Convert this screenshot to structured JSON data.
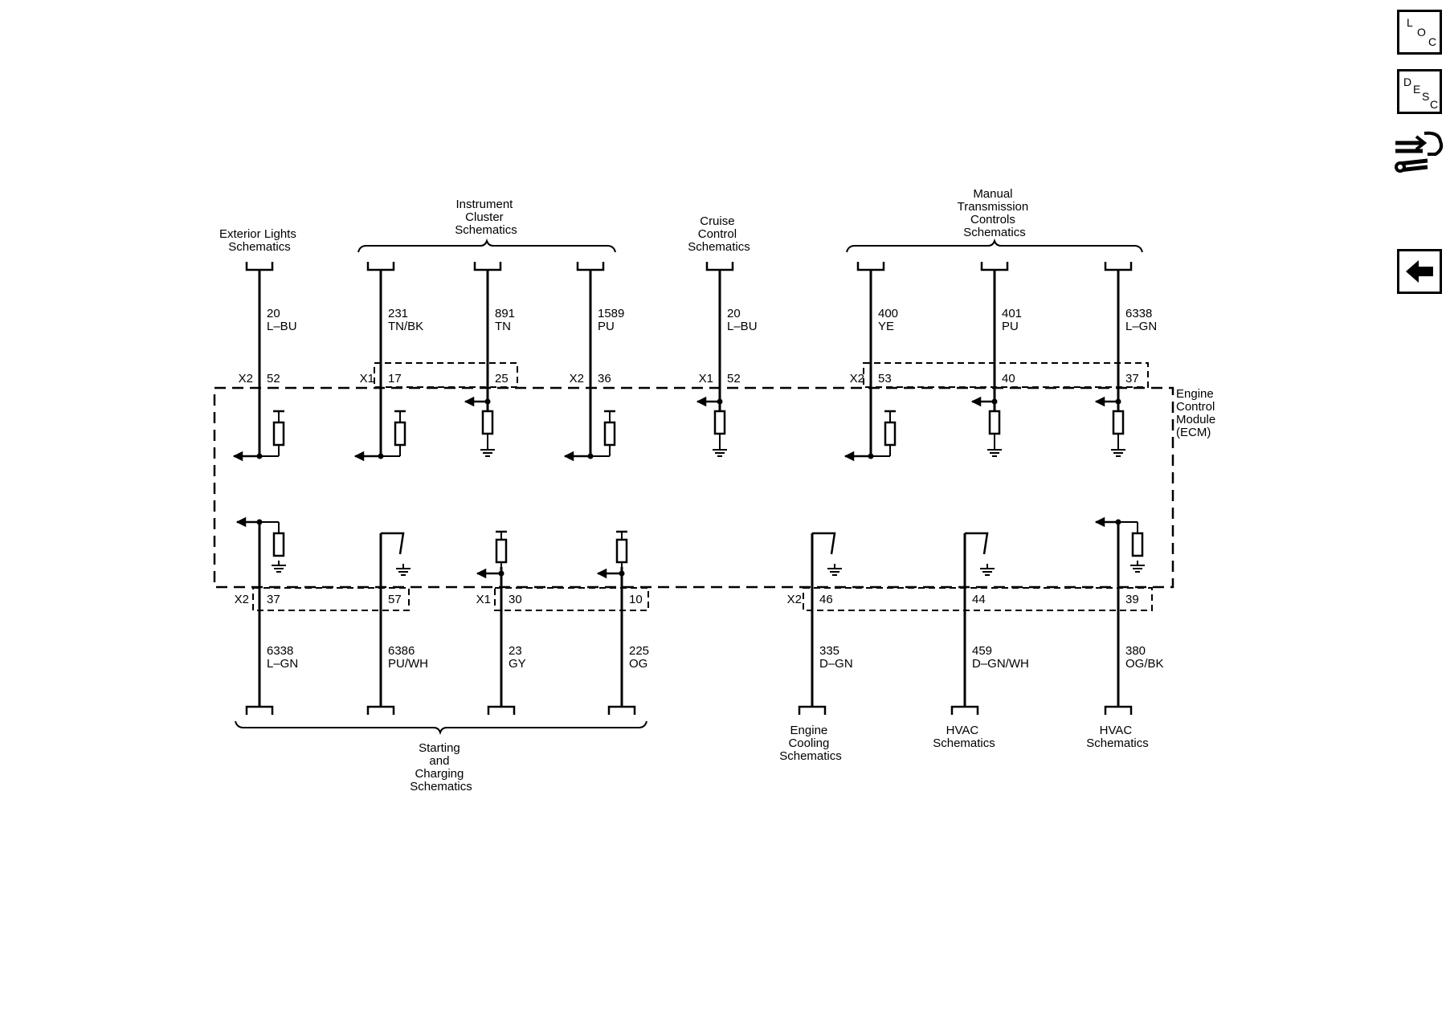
{
  "nav": {
    "loc": [
      "L",
      "O",
      "C"
    ],
    "desc": [
      "D",
      "E",
      "S",
      "C"
    ]
  },
  "module_label": [
    "Engine",
    "Control",
    "Module",
    "(ECM)"
  ],
  "destinations": {
    "exterior_lights": [
      "Exterior Lights",
      "Schematics"
    ],
    "instrument_cluster": [
      "Instrument",
      "Cluster",
      "Schematics"
    ],
    "cruise_control": [
      "Cruise",
      "Control",
      "Schematics"
    ],
    "manual_transmission": [
      "Manual",
      "Transmission",
      "Controls",
      "Schematics"
    ],
    "starting_charging": [
      "Starting",
      "and",
      "Charging",
      "Schematics"
    ],
    "engine_cooling": [
      "Engine",
      "Cooling",
      "Schematics"
    ],
    "hvac_1": [
      "HVAC",
      "Schematics"
    ],
    "hvac_2": [
      "HVAC",
      "Schematics"
    ]
  },
  "top_circuits": [
    {
      "circuit": "20",
      "color": "L–BU",
      "connector": "X2",
      "pin": "52"
    },
    {
      "circuit": "231",
      "color": "TN/BK",
      "connector": "X1",
      "pin": "17"
    },
    {
      "circuit": "891",
      "color": "TN",
      "connector": "",
      "pin": "25"
    },
    {
      "circuit": "1589",
      "color": "PU",
      "connector": "X2",
      "pin": "36"
    },
    {
      "circuit": "20",
      "color": "L–BU",
      "connector": "X1",
      "pin": "52"
    },
    {
      "circuit": "400",
      "color": "YE",
      "connector": "X2",
      "pin": "53"
    },
    {
      "circuit": "401",
      "color": "PU",
      "connector": "",
      "pin": "40"
    },
    {
      "circuit": "6338",
      "color": "L–GN",
      "connector": "",
      "pin": "37"
    }
  ],
  "bottom_circuits": [
    {
      "circuit": "6338",
      "color": "L–GN",
      "connector": "X2",
      "pin": "37"
    },
    {
      "circuit": "6386",
      "color": "PU/WH",
      "connector": "",
      "pin": "57"
    },
    {
      "circuit": "23",
      "color": "GY",
      "connector": "X1",
      "pin": "30"
    },
    {
      "circuit": "225",
      "color": "OG",
      "connector": "",
      "pin": "10"
    },
    {
      "circuit": "335",
      "color": "D–GN",
      "connector": "X2",
      "pin": "46"
    },
    {
      "circuit": "459",
      "color": "D–GN/WH",
      "connector": "",
      "pin": "44"
    },
    {
      "circuit": "380",
      "color": "OG/BK",
      "connector": "",
      "pin": "39"
    }
  ]
}
